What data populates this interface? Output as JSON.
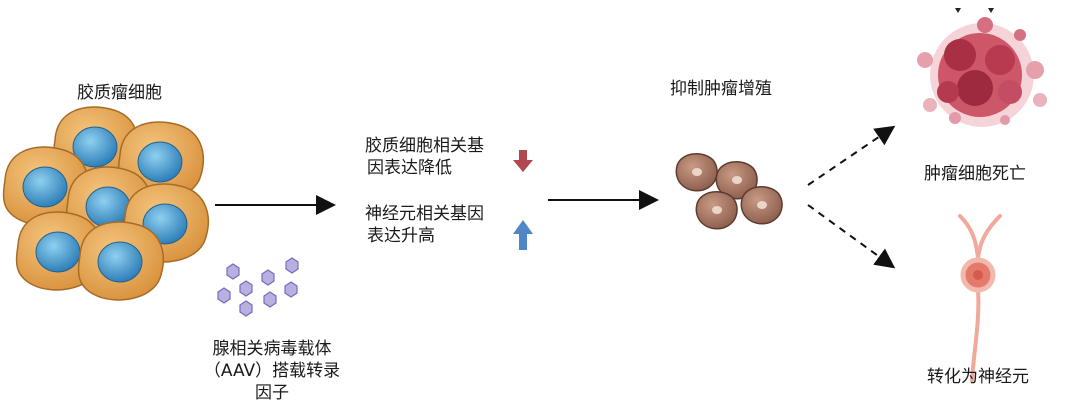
{
  "labels": {
    "glioma_cells": "胶质瘤细胞",
    "aav_line1": "腺相关病毒载体",
    "aav_line2": "（AAV）搭载转录",
    "aav_line3": "因子",
    "glial_genes_line1": "胶质细胞相关基",
    "glial_genes_line2": "因表达降低",
    "neuron_genes_line1": "神经元相关基因",
    "neuron_genes_line2": "表达升高",
    "inhibit_proliferation": "抑制肿瘤增殖",
    "tumor_death": "肿瘤细胞死亡",
    "to_neuron": "转化为神经元"
  },
  "colors": {
    "cell_body": "#e3a34f",
    "cell_nucleus": "#3f93c6",
    "virus": "#9b8fd0",
    "down_arrow": "#b1474f",
    "up_arrow": "#4f86c6",
    "tumor_cell": "#9a6f5d",
    "dead_tumor": "#b5354c",
    "neuron": "#e37a6a"
  }
}
